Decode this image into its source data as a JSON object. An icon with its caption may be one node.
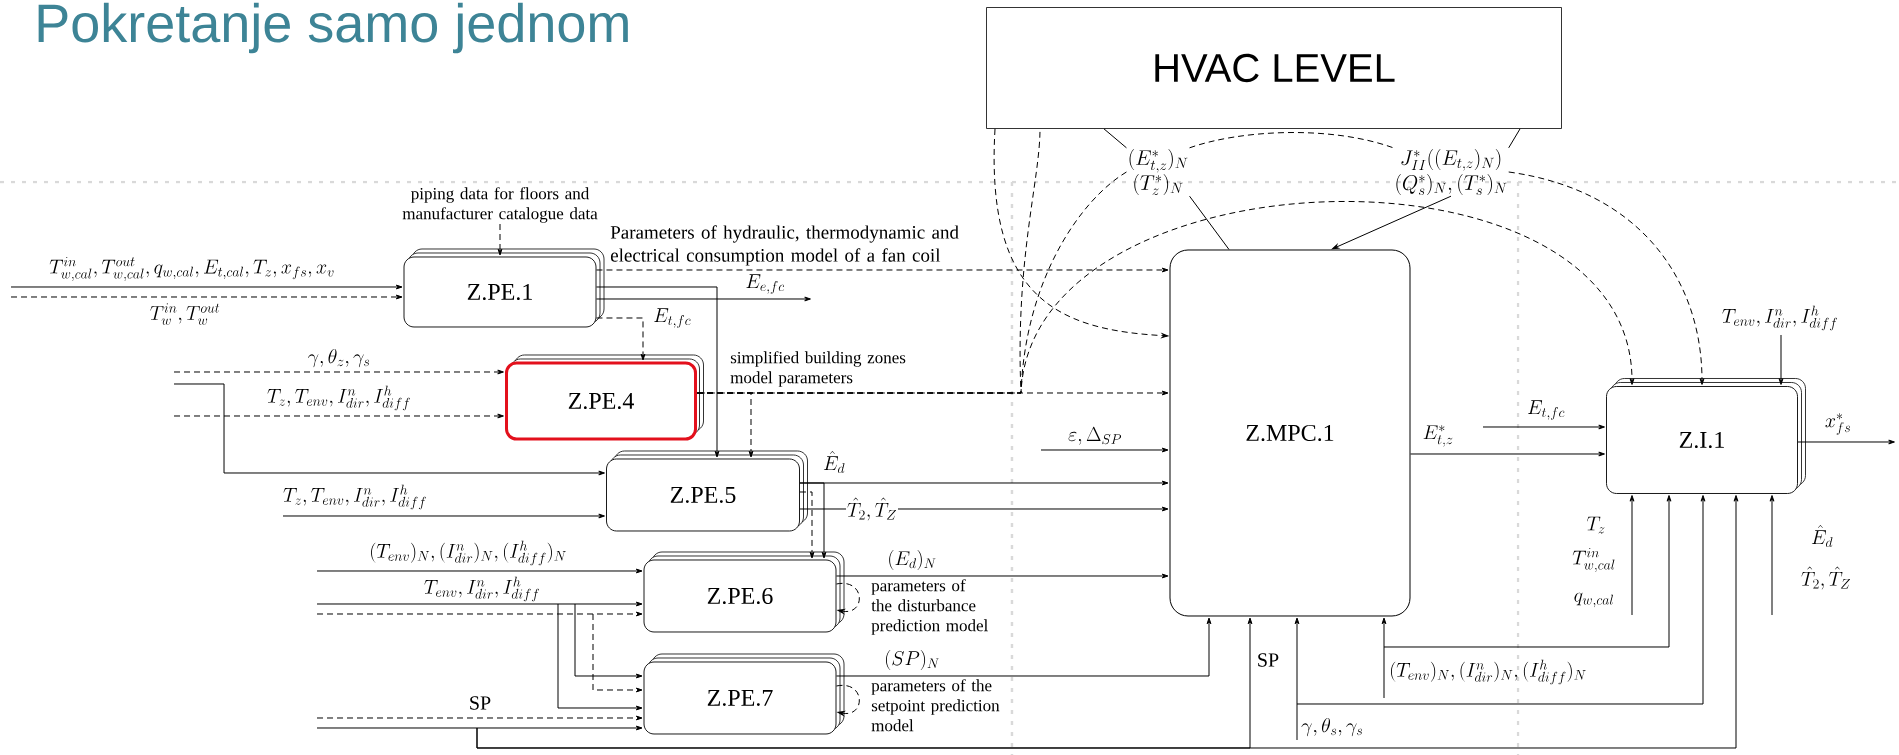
{
  "diagram": {
    "title": "Pokretanje samo jednom",
    "nodes": [
      {
        "text": [
          "HVAC LEVEL"
        ]
      },
      {
        "text": [
          "(E^{*}_{t,z})_{N}",
          "(T^{*}_{z})_{N}"
        ]
      },
      {
        "text": [
          "J^{*}_{II}((E_{t,z})_{N})",
          "(Q^{*}_{s})_{N} ,(T^{*}_{s})_{N}"
        ]
      },
      {
        "text": [
          "Z.PE.1"
        ]
      },
      {
        "text": [
          "Z.PE.4"
        ]
      },
      {
        "text": [
          "Z.PE.5"
        ]
      },
      {
        "text": [
          "Z.PE.6"
        ]
      },
      {
        "text": [
          "Z.PE.7"
        ]
      },
      {
        "text": [
          "Z.MPC.1"
        ]
      },
      {
        "text": [
          "Z.I.1"
        ]
      },
      {
        "text": [
          "piping data for floors and manufacturer catalogue data"
        ]
      }
    ],
    "edges": [
      {
        "from": null,
        "to": 3,
        "arrow": "to",
        "label": "T^{in}_{w,cal}, T^{out}_{w,cal}, q_{w,cal}, E_{t,cal}, T_{z}, x_{fs}, x_{v}"
      },
      {
        "from": null,
        "to": 3,
        "arrow": "to",
        "style": "dashed",
        "label": "T^{in}_{w} ,T^{out}_{w}"
      },
      {
        "from": 10,
        "to": 3,
        "arrow": "to",
        "style": "dashed"
      },
      {
        "from": 3,
        "to": 8,
        "arrow": "to",
        "style": "dashed",
        "label": "Parameters of hydraulic, thermodynamic and electrical consumption model of a fan coil"
      },
      {
        "from": 3,
        "to": null,
        "arrow": "to",
        "label": "E_{e,fc}"
      },
      {
        "from": 3,
        "to": 4,
        "arrow": "to",
        "style": "dashed",
        "label": "E_{t,fc}"
      },
      {
        "from": 3,
        "to": 5,
        "arrow": "to"
      },
      {
        "from": null,
        "to": 4,
        "arrow": "to",
        "style": "dashed",
        "label": "\\gamma,\\theta_{z}, \\gamma_{s}"
      },
      {
        "from": null,
        "to": 4,
        "arrow": "to",
        "style": "dashed",
        "label": "T_{z},T_{env}, I^{n}_{dir}, I^{h}_{diff}"
      },
      {
        "from": null,
        "to": 5,
        "arrow": "to"
      },
      {
        "from": null,
        "to": 5,
        "arrow": "to",
        "label": "T_{z},T_{env}, I^{n}_{dir}, I^{h}_{diff}"
      },
      {
        "from": 4,
        "to": 8,
        "arrow": "to",
        "style": "dashed",
        "label": "simplified building zones model parameters"
      },
      {
        "from": 4,
        "to": 5,
        "arrow": "to",
        "style": "dashed"
      },
      {
        "from": 4,
        "to": 9,
        "arrow": "to",
        "style": "dashed"
      },
      {
        "from": 5,
        "to": 8,
        "arrow": "to",
        "label": "\\hat{E}_{d}"
      },
      {
        "from": 5,
        "to": 8,
        "arrow": "to",
        "label": "\\hat{T}_{2},\\hat{T}_{Z}"
      },
      {
        "from": 5,
        "to": 6,
        "arrow": "to"
      },
      {
        "from": 5,
        "to": 6,
        "arrow": "to",
        "style": "dashed"
      },
      {
        "from": null,
        "to": 6,
        "arrow": "to",
        "label": "(T_{env})_{N}, (I^{n}_{dir})_{N}, (I^{h}_{diff})_{N}"
      },
      {
        "from": null,
        "to": 6,
        "arrow": "to",
        "label": "T_{env}, I^{n}_{dir}, I^{h}_{diff}"
      },
      {
        "from": null,
        "to": 6,
        "arrow": "to",
        "style": "dashed"
      },
      {
        "from": null,
        "to": 7,
        "arrow": "to"
      },
      {
        "from": null,
        "to": 7,
        "arrow": "to",
        "style": "dashed"
      },
      {
        "from": null,
        "to": 7,
        "arrow": "to"
      },
      {
        "from": null,
        "to": 7,
        "arrow": "to",
        "style": "dashed",
        "label": "SP"
      },
      {
        "from": null,
        "to": 7,
        "arrow": "to"
      },
      {
        "from": 6,
        "to": 8,
        "arrow": "to",
        "label": "(E_{d})_{N}"
      },
      {
        "from": 6,
        "to": 6,
        "arrow": "to",
        "style": "dashed",
        "label": "parameters of the disturbance prediction model"
      },
      {
        "from": 7,
        "to": 8,
        "arrow": "to",
        "label": "(SP)_{N}"
      },
      {
        "from": 7,
        "to": 7,
        "arrow": "to",
        "style": "dashed",
        "label": "parameters of the setpoint prediction model"
      },
      {
        "from": null,
        "to": 8,
        "arrow": "to",
        "label": "SP"
      },
      {
        "from": null,
        "to": 9,
        "arrow": "to"
      },
      {
        "from": null,
        "to": 8,
        "arrow": "to",
        "label": "\\gamma,\\theta_{s}, \\gamma_{s}"
      },
      {
        "from": null,
        "to": 9,
        "arrow": "to"
      },
      {
        "from": null,
        "to": 8,
        "arrow": "to",
        "label": "(T_{env})_{N}, (I^{n}_{dir})_{N}, (I^{h}_{diff})_{N}"
      },
      {
        "from": null,
        "to": 9,
        "arrow": "to"
      },
      {
        "from": null,
        "to": 8,
        "arrow": "to",
        "label": "\\varepsilon, \\Delta_{SP}"
      },
      {
        "from": 8,
        "to": 9,
        "arrow": "to",
        "label": "E^{*}_{t,z}"
      },
      {
        "from": null,
        "to": 9,
        "arrow": "to",
        "label": "E_{t,fc}"
      },
      {
        "from": 9,
        "to": null,
        "arrow": "to",
        "label": "x^{*}_{fs}"
      },
      {
        "from": null,
        "to": 9,
        "arrow": "to",
        "label": "T_{env}, I^{n}_{dir}, I^{h}_{diff}"
      },
      {
        "from": null,
        "to": 9,
        "arrow": "to"
      },
      {
        "from": null,
        "to": 9,
        "arrow": "to"
      },
      {
        "from": 0,
        "to": 1,
        "arrow": "none"
      },
      {
        "from": 1,
        "to": 8,
        "arrow": "none"
      },
      {
        "from": 0,
        "to": 2,
        "arrow": "none"
      },
      {
        "from": 2,
        "to": 8,
        "arrow": "to"
      },
      {
        "from": 1,
        "to": 2,
        "arrow": "none",
        "style": "dashed"
      },
      {
        "from": 2,
        "to": 9,
        "arrow": "to",
        "style": "dashed"
      },
      {
        "from": 0,
        "to": 8,
        "arrow": "to",
        "style": "dashed"
      },
      {
        "from": 4,
        "to": 0,
        "arrow": "none",
        "style": "dashed"
      },
      {
        "from": 1,
        "to": 4,
        "arrow": "none",
        "style": "dashed"
      }
    ],
    "labels": [
      "T_{z}",
      "T^{in}_{w,cal}",
      "q_{w,cal}",
      "\\hat{E}_{d}",
      "\\hat{T}_{2},\\hat{T}_{Z}"
    ]
  }
}
